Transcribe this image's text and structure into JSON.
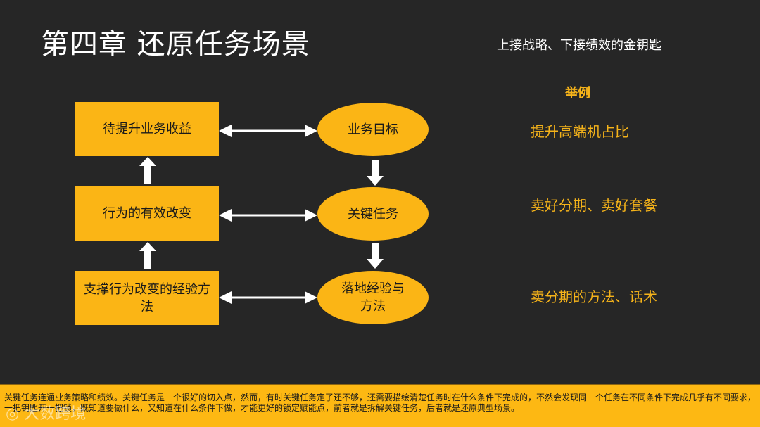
{
  "slide": {
    "title": "第四章 还原任务场景",
    "subtitle": "上接战略、下接绩效的金钥匙"
  },
  "colors": {
    "background": "#262626",
    "accent_yellow": "#fbb515",
    "example_text": "#f5b31a",
    "arrow": "#ffffff"
  },
  "diagram": {
    "left_boxes": [
      {
        "label": "待提升业务收益"
      },
      {
        "label": "行为的有效改变"
      },
      {
        "label": "支撑行为改变的经验方法"
      }
    ],
    "right_ellipses": [
      {
        "label": "业务目标"
      },
      {
        "label": "关键任务"
      },
      {
        "label": "落地经验与方法"
      }
    ],
    "connections": [
      {
        "from": "支撑行为改变的经验方法",
        "to": "行为的有效改变",
        "type": "up-arrow"
      },
      {
        "from": "行为的有效改变",
        "to": "待提升业务收益",
        "type": "up-arrow"
      },
      {
        "from": "业务目标",
        "to": "关键任务",
        "type": "down-arrow"
      },
      {
        "from": "关键任务",
        "to": "落地经验与方法",
        "type": "down-arrow"
      },
      {
        "from": "待提升业务收益",
        "to": "业务目标",
        "type": "double-arrow"
      },
      {
        "from": "行为的有效改变",
        "to": "关键任务",
        "type": "double-arrow"
      },
      {
        "from": "支撑行为改变的经验方法",
        "to": "落地经验与方法",
        "type": "double-arrow"
      }
    ]
  },
  "examples": {
    "heading": "举例",
    "items": [
      {
        "text": "提升高端机占比"
      },
      {
        "text": "卖好分期、卖好套餐"
      },
      {
        "text": "卖分期的方法、话术"
      }
    ]
  },
  "caption": {
    "text": "关键任务连通业务策略和绩效。关键任务是一个很好的切入点，然而，有时关键任务定了还不够，还需要描绘清楚任务时在什么条件下完成的，不然会发现同一个任务在不同条件下完成几乎有不同要求，一把钥匙开一把锁，既知道要做什么，又知道在什么条件下做，才能更好的锁定赋能点，前者就是拆解关键任务，后者就是还原典型场景。"
  },
  "watermark": {
    "text": "大数跨境"
  }
}
